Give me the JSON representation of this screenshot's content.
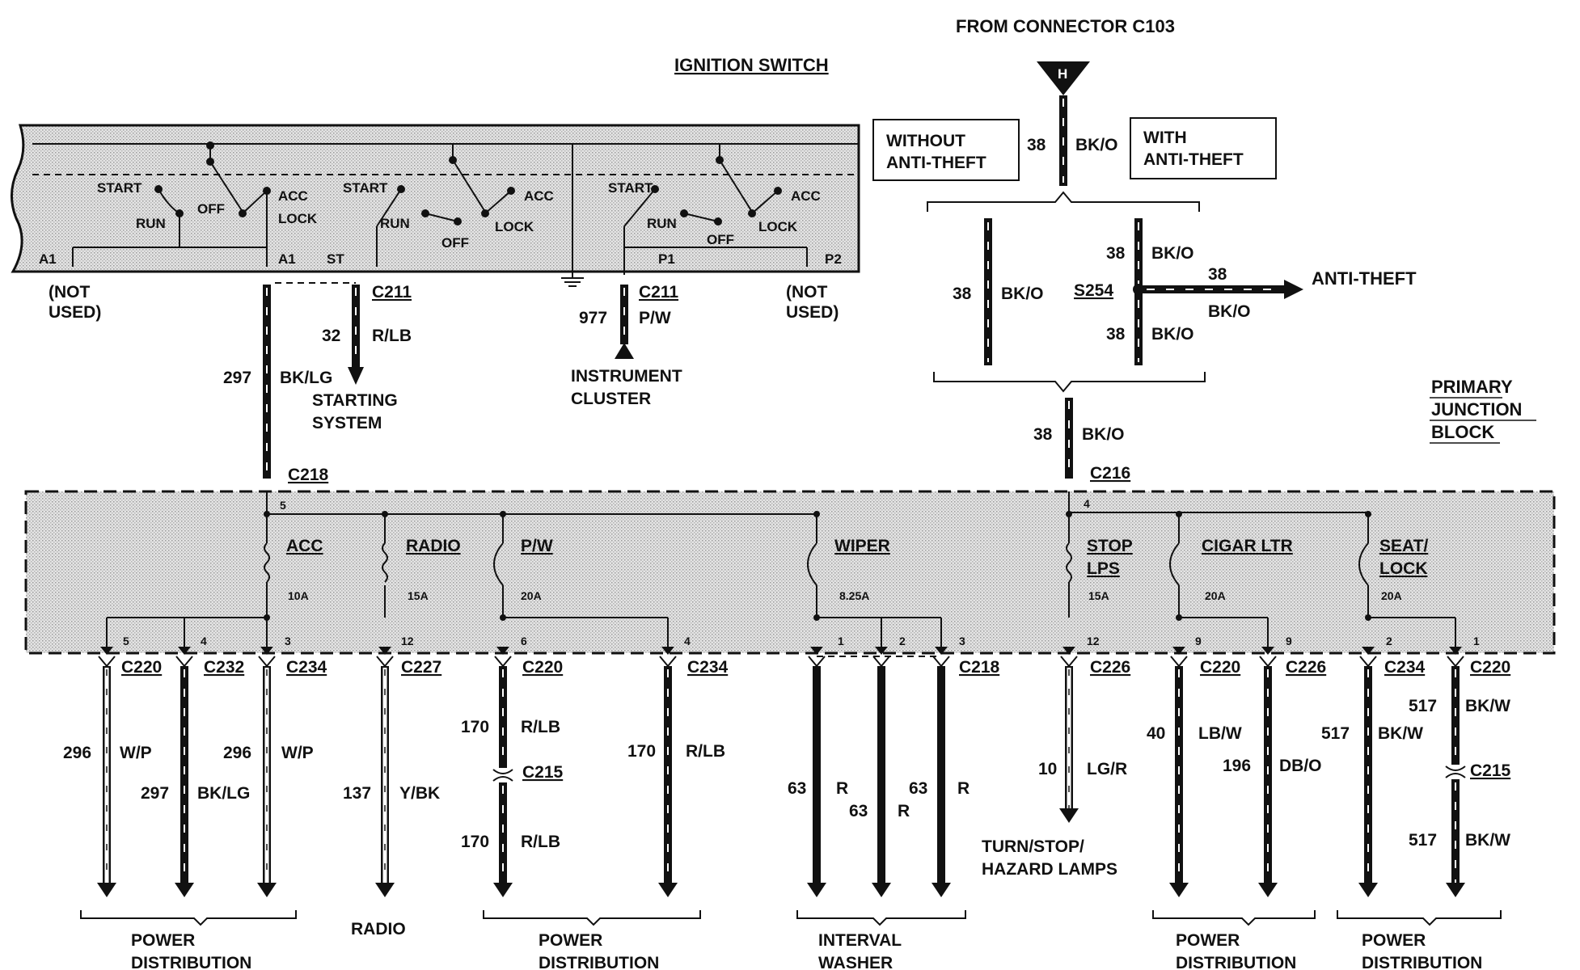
{
  "header": {
    "from_connector": "FROM CONNECTOR C103",
    "connector_letter": "H",
    "ignition_switch": "IGNITION SWITCH",
    "primary_junction_block": [
      "PRIMARY",
      "JUNCTION",
      "BLOCK"
    ]
  },
  "switch": {
    "start": "START",
    "run": "RUN",
    "off": "OFF",
    "acc": "ACC",
    "lock": "LOCK",
    "a1": "A1",
    "st": "ST",
    "p1": "P1",
    "p2": "P2",
    "not_used": [
      "(NOT",
      "USED)"
    ]
  },
  "anti_theft": {
    "without": [
      "WITHOUT",
      "ANTI-THEFT"
    ],
    "with": [
      "WITH",
      "ANTI-THEFT"
    ],
    "anti_theft": "ANTI-THEFT",
    "splice": "S254",
    "circuit": "38",
    "color": "BK/O"
  },
  "upper_wires": {
    "c211": "C211",
    "c211b": "C211",
    "w32": "32",
    "w32_color": "R/LB",
    "w297": "297",
    "w297_color": "BK/LG",
    "starting_system": [
      "STARTING",
      "SYSTEM"
    ],
    "w977": "977",
    "w977_color": "P/W",
    "instrument_cluster": [
      "INSTRUMENT",
      "CLUSTER"
    ],
    "c218": "C218",
    "c216": "C216"
  },
  "fuses": {
    "acc": {
      "name": "ACC",
      "rating": "10A"
    },
    "radio": {
      "name": "RADIO",
      "rating": "15A"
    },
    "pw": {
      "name": "P/W",
      "rating": "20A"
    },
    "wiper": {
      "name": "WIPER",
      "rating": "8.25A"
    },
    "stop_lps": {
      "name": [
        "STOP",
        "LPS"
      ],
      "rating": "15A"
    },
    "cigar": {
      "name": "CIGAR LTR",
      "rating": "20A"
    },
    "seat_lock": {
      "name": [
        "SEAT/",
        "LOCK"
      ],
      "rating": "20A"
    }
  },
  "pins": {
    "p5": "5",
    "p4a": "4",
    "p5b": "5",
    "p4b": "4",
    "p3a": "3",
    "p12a": "12",
    "p6": "6",
    "p4c": "4",
    "p1a": "1",
    "p2a": "2",
    "p3b": "3",
    "p12b": "12",
    "p9a": "9",
    "p9b": "9",
    "p2b": "2",
    "p1b": "1"
  },
  "lower_wires": [
    {
      "conn": "C220",
      "num": "296",
      "color": "W/P"
    },
    {
      "conn": "C232",
      "num": "297",
      "color": "BK/LG"
    },
    {
      "conn": "C234",
      "num": "296",
      "color": "W/P"
    },
    {
      "conn": "C227",
      "num": "137",
      "color": "Y/BK"
    },
    {
      "conn": "C220",
      "num": "170",
      "color": "R/LB",
      "inline": "C215"
    },
    {
      "conn": "C234",
      "num": "170",
      "color": "R/LB"
    },
    {
      "conn": "C218",
      "num": "63",
      "color": "R"
    },
    {
      "conn": "C226",
      "num": "10",
      "color": "LG/R"
    },
    {
      "conn": "C220",
      "num": "40",
      "color": "LB/W"
    },
    {
      "conn": "C226",
      "num": "196",
      "color": "DB/O"
    },
    {
      "conn": "C234",
      "num": "517",
      "color": "BK/W"
    },
    {
      "conn": "C220",
      "num": "517",
      "color": "BK/W",
      "inline": "C215"
    }
  ],
  "destinations": {
    "power1": [
      "POWER",
      "DISTRIBUTION"
    ],
    "radio": "RADIO",
    "power2": [
      "POWER",
      "DISTRIBUTION"
    ],
    "interval": [
      "INTERVAL",
      "WASHER"
    ],
    "turn": [
      "TURN/STOP/",
      "HAZARD LAMPS"
    ],
    "power3": [
      "POWER",
      "DISTRIBUTION"
    ],
    "power4": [
      "POWER",
      "DISTRIBUTION"
    ]
  }
}
